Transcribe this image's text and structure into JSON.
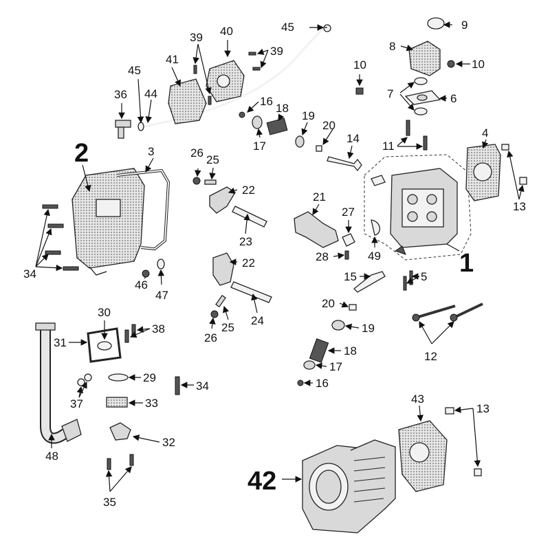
{
  "callouts": {
    "c1": "1",
    "c2": "2",
    "c3": "3",
    "c4": "4",
    "c5": "5",
    "c6": "6",
    "c7": "7",
    "c8": "8",
    "c9": "9",
    "c10a": "10",
    "c10b": "10",
    "c11": "11",
    "c12": "12",
    "c13a": "13",
    "c13b": "13",
    "c14": "14",
    "c15": "15",
    "c16a": "16",
    "c16b": "16",
    "c17a": "17",
    "c17b": "17",
    "c18a": "18",
    "c18b": "18",
    "c19a": "19",
    "c19b": "19",
    "c20a": "20",
    "c20b": "20",
    "c21": "21",
    "c22a": "22",
    "c22b": "22",
    "c23": "23",
    "c24": "24",
    "c25a": "25",
    "c25b": "25",
    "c26a": "26",
    "c26b": "26",
    "c27": "27",
    "c28": "28",
    "c29": "29",
    "c30": "30",
    "c31": "31",
    "c32": "32",
    "c33": "33",
    "c34a": "34",
    "c34b": "34",
    "c35": "35",
    "c36": "36",
    "c37": "37",
    "c38": "38",
    "c39a": "39",
    "c39b": "39",
    "c40": "40",
    "c41": "41",
    "c42": "42",
    "c43": "43",
    "c44": "44",
    "c45a": "45",
    "c45b": "45",
    "c46": "46",
    "c47": "47",
    "c48": "48",
    "c49": "49"
  }
}
